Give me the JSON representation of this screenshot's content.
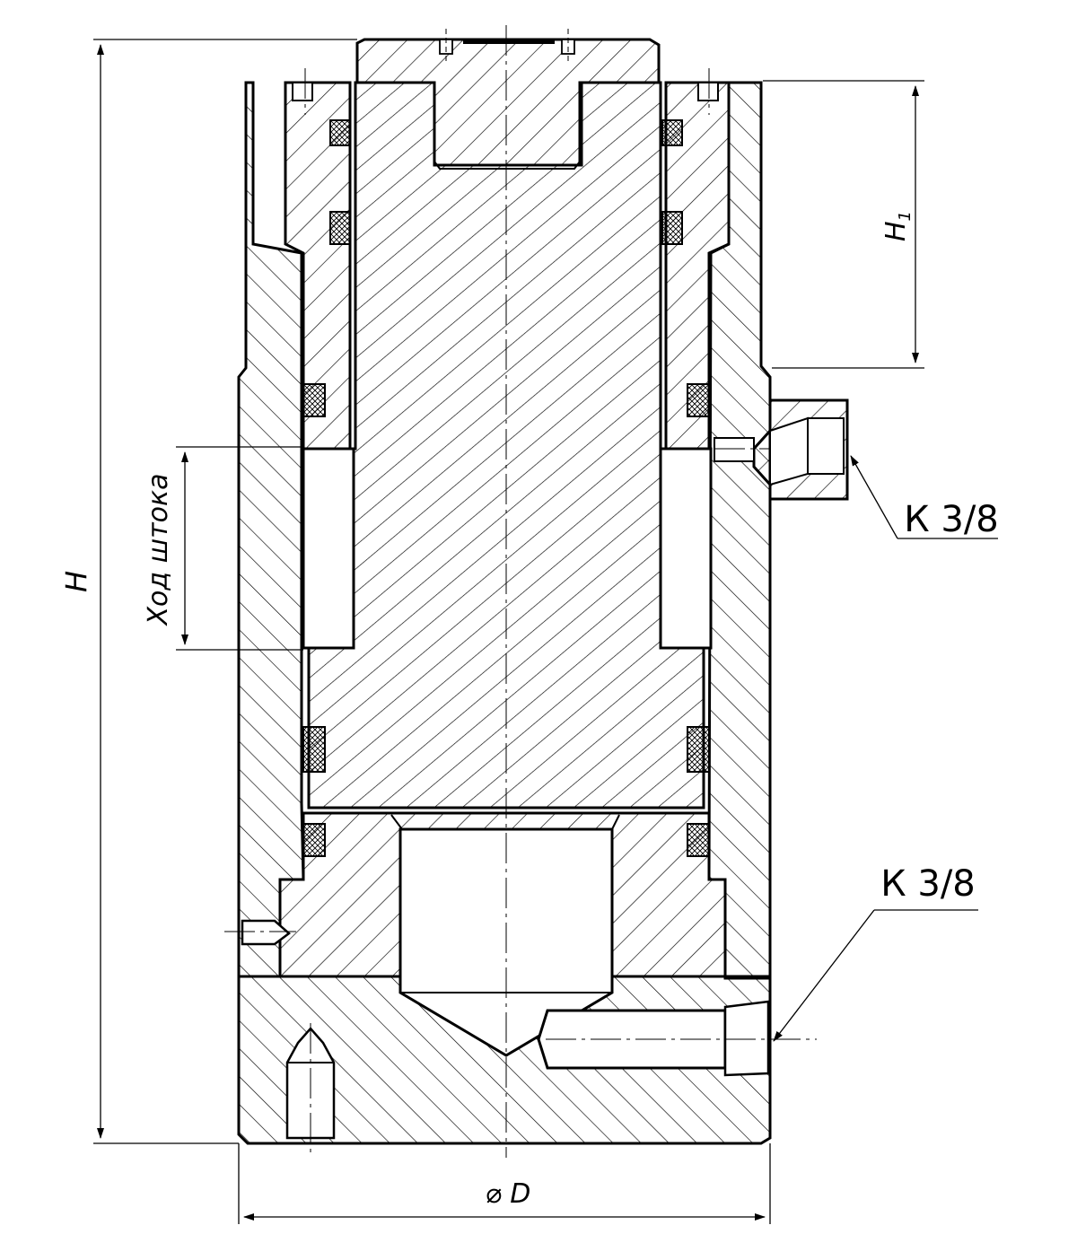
{
  "labels": {
    "height": "H",
    "upper_height": "H",
    "upper_height_sub": "1",
    "stroke": "Ход штока",
    "port_top": "К 3/8",
    "port_bottom": "К 3/8",
    "diameter": "⌀ D"
  },
  "colors": {
    "line": "#000000",
    "background": "#ffffff"
  }
}
